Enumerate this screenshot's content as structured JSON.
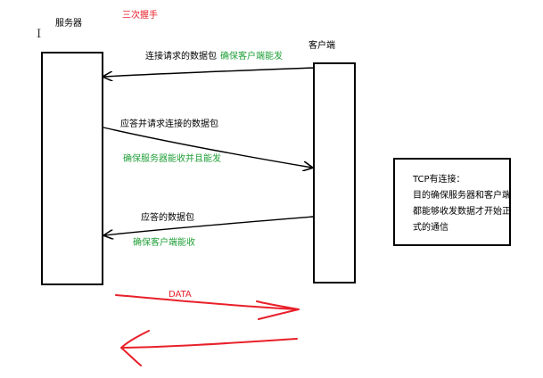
{
  "diagram": {
    "title": "三次握手",
    "server_label": "服务器",
    "client_label": "客户端",
    "messages": [
      {
        "text": "连接请求的数据包",
        "note": "确保客户端能发",
        "direction": "client-to-server"
      },
      {
        "text": "应答并请求连接的数据包",
        "note": "确保服务器能收并且能发",
        "direction": "server-to-client"
      },
      {
        "text": "应答的数据包",
        "note": "确保客户端能收",
        "direction": "client-to-server"
      }
    ],
    "data_label": "DATA",
    "note_box": {
      "title": "TCP有连接：",
      "lines": [
        "目的确保服务器和客户端",
        "都能够收发数据才开始正",
        "式的通信"
      ]
    }
  },
  "colors": {
    "ink": "#000000",
    "red": "#e8202a",
    "green": "#22a03a"
  }
}
